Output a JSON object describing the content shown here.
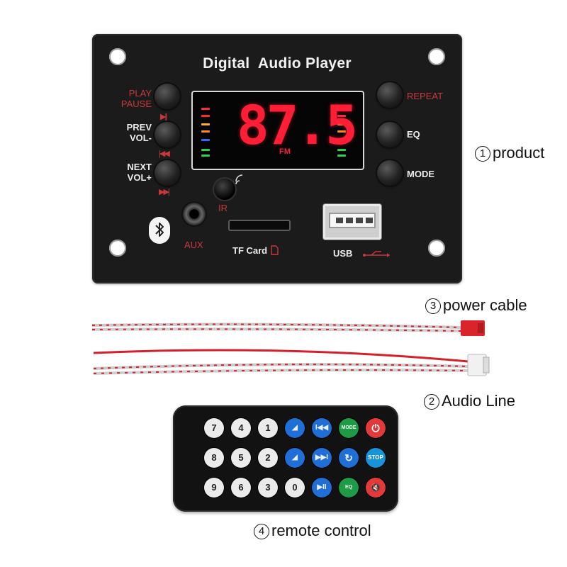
{
  "panel": {
    "title": "Digital  Audio Player",
    "display": {
      "frequency": "87.5",
      "band": "FM"
    },
    "left_buttons": [
      {
        "label_line1": "PLAY",
        "label_line2": "PAUSE",
        "symbol": "▶||"
      },
      {
        "label_line1": "PREV",
        "label_line2": "VOL-",
        "symbol": "|◀◀"
      },
      {
        "label_line1": "NEXT",
        "label_line2": "VOL+",
        "symbol": "▶▶|"
      }
    ],
    "right_buttons": [
      {
        "label": "REPEAT"
      },
      {
        "label": "EQ"
      },
      {
        "label": "MODE"
      }
    ],
    "ports": {
      "ir_label": "IR",
      "aux_label": "AUX",
      "tf_label": "TF Card",
      "usb_label": "USB"
    }
  },
  "captions": {
    "product": {
      "num": "1",
      "text": "product"
    },
    "power_cable": {
      "num": "3",
      "text": "power cable"
    },
    "audio_line": {
      "num": "2",
      "text": "Audio Line"
    },
    "remote_control": {
      "num": "4",
      "text": "remote control"
    }
  },
  "remote": {
    "row1": [
      "7",
      "4",
      "1",
      "◢",
      "I◀◀",
      "MODE",
      "⏻"
    ],
    "row2": [
      "8",
      "5",
      "2",
      "◢",
      "▶▶I",
      "↻",
      "STOP"
    ],
    "row3": [
      "9",
      "6",
      "3",
      "0",
      "▶II",
      "EQ",
      "🔇"
    ]
  },
  "colors": {
    "panel": "#1b1b1b",
    "display_red": "#ff1e36",
    "label_red": "#c9393c",
    "remote_blue": "#1f6fd6",
    "remote_green": "#1f9a45",
    "remote_red": "#e23a3a",
    "wire_red": "#d4202a"
  }
}
